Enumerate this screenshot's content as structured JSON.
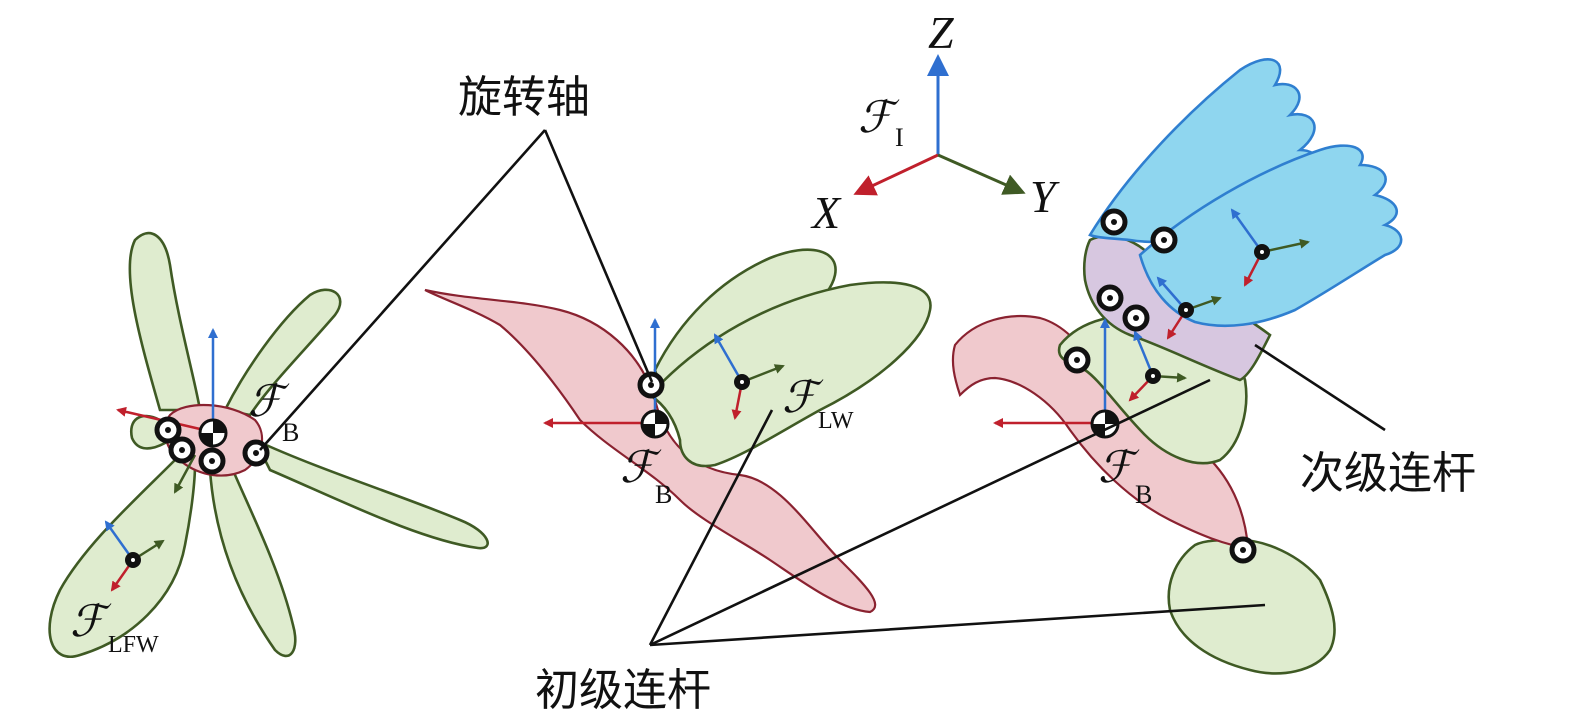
{
  "labels": {
    "rotation_axis": "旋转轴",
    "primary_link": "初级连杆",
    "secondary_link": "次级连杆"
  },
  "axes": {
    "frame": "ℱ",
    "frame_sub": "I",
    "x": "X",
    "y": "Y",
    "z": "Z"
  },
  "frames": {
    "fb_left": {
      "main": "ℱ",
      "sub": "B"
    },
    "fb_mid": {
      "main": "ℱ",
      "sub": "B"
    },
    "fb_right": {
      "main": "ℱ",
      "sub": "B"
    },
    "flw": {
      "main": "ℱ",
      "sub": "LW"
    },
    "flfw": {
      "main": "ℱ",
      "sub": "LFW"
    }
  },
  "colors": {
    "x_axis": "#c0202c",
    "y_axis": "#3f5a24",
    "z_axis": "#2f6fd0",
    "body": "#f0c9cd",
    "wing_primary": "#dfeccf",
    "wing_secondary": "#8fd6ef",
    "joint_region": "#d7c7e0"
  }
}
